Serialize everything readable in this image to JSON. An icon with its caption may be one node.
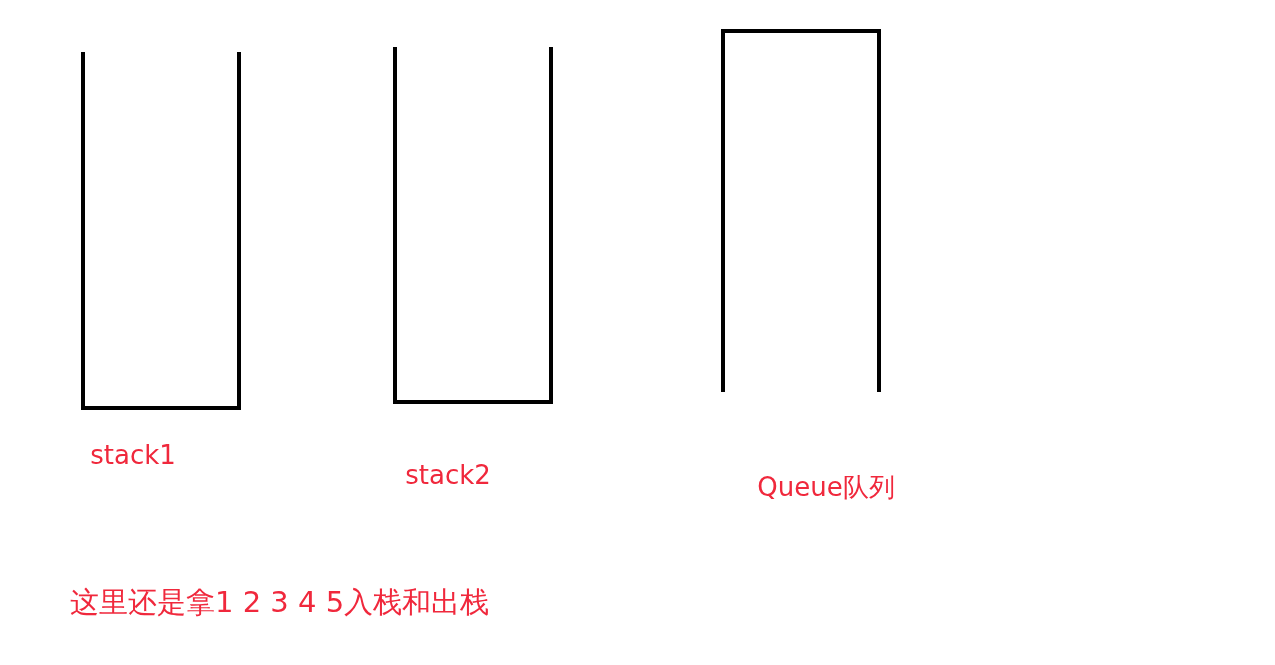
{
  "diagram": {
    "nodes": [
      {
        "text": [
          "stack1"
        ]
      },
      {
        "text": [
          "stack2"
        ]
      },
      {
        "text": [
          "Queue队列"
        ]
      }
    ],
    "labels": [
      "这里还是拿1 2 3 4 5入栈和出栈"
    ]
  }
}
